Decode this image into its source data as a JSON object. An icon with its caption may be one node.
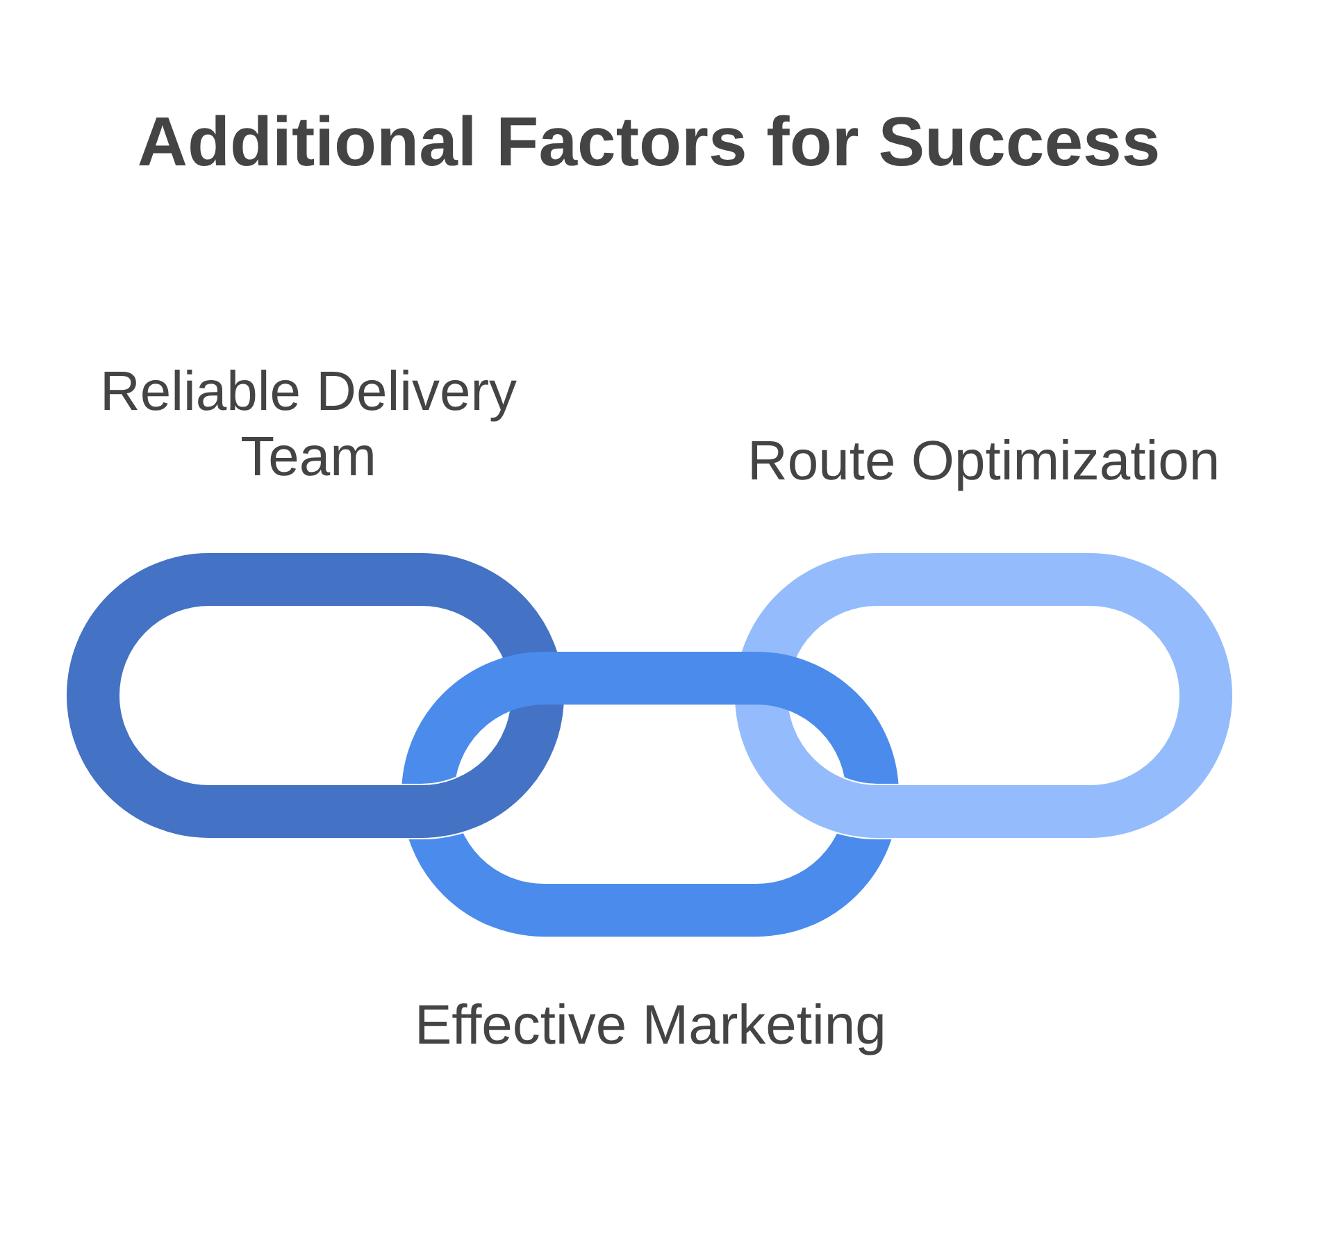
{
  "diagram": {
    "title": "Additional Factors for Success",
    "nodes": [
      {
        "text": [
          "Reliable Delivery Team"
        ]
      },
      {
        "text": [
          "Effective Marketing"
        ]
      },
      {
        "text": [
          "Route Optimization"
        ]
      }
    ]
  }
}
